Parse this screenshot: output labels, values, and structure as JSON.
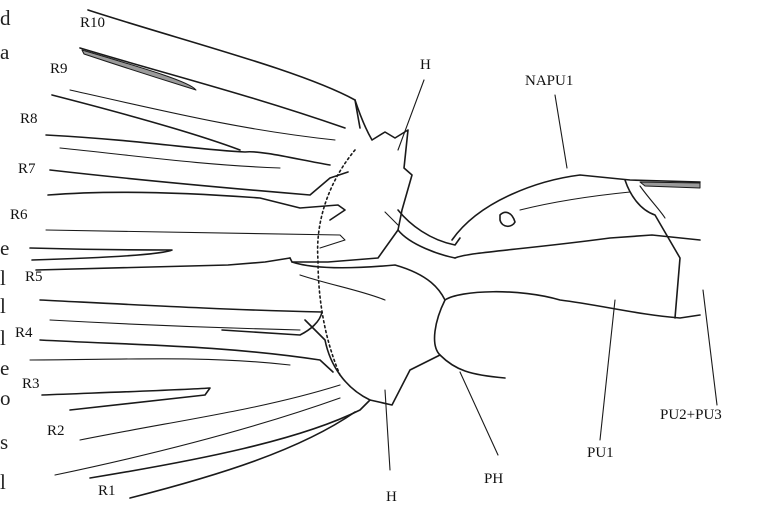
{
  "left_margin_text": [
    "d",
    "a",
    "e",
    "l",
    "l",
    "l",
    "e",
    "o",
    "s",
    "l"
  ],
  "labels": {
    "r1": "R1",
    "r2": "R2",
    "r3": "R3",
    "r4": "R4",
    "r5": "R5",
    "r6": "R6",
    "r7": "R7",
    "r8": "R8",
    "r9": "R9",
    "r10": "R10",
    "h_top": "H",
    "h_bottom": "H",
    "napu1": "NAPU1",
    "ph": "PH",
    "pu1": "PU1",
    "pu2pu3": "PU2+PU3"
  }
}
